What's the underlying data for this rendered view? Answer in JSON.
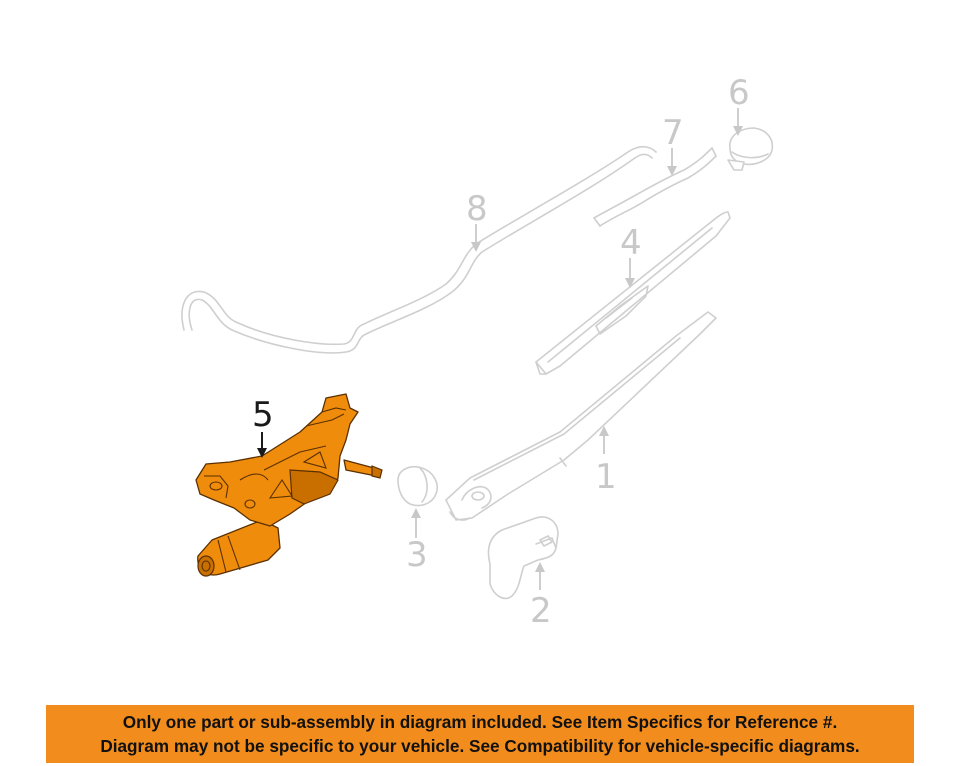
{
  "diagram": {
    "callouts": [
      {
        "id": "1",
        "label": "1"
      },
      {
        "id": "2",
        "label": "2"
      },
      {
        "id": "3",
        "label": "3"
      },
      {
        "id": "4",
        "label": "4"
      },
      {
        "id": "5",
        "label": "5"
      },
      {
        "id": "6",
        "label": "6"
      },
      {
        "id": "7",
        "label": "7"
      },
      {
        "id": "8",
        "label": "8"
      }
    ],
    "highlighted_part": "5",
    "colors": {
      "highlight": "#f08c0c",
      "outline": "#cfcfcf",
      "banner": "#f28c1c"
    }
  },
  "banner": {
    "line1": "Only one part or sub-assembly in diagram included. See Item Specifics for Reference #.",
    "line2": "Diagram may not be specific to your vehicle. See Compatibility for vehicle-specific diagrams."
  }
}
